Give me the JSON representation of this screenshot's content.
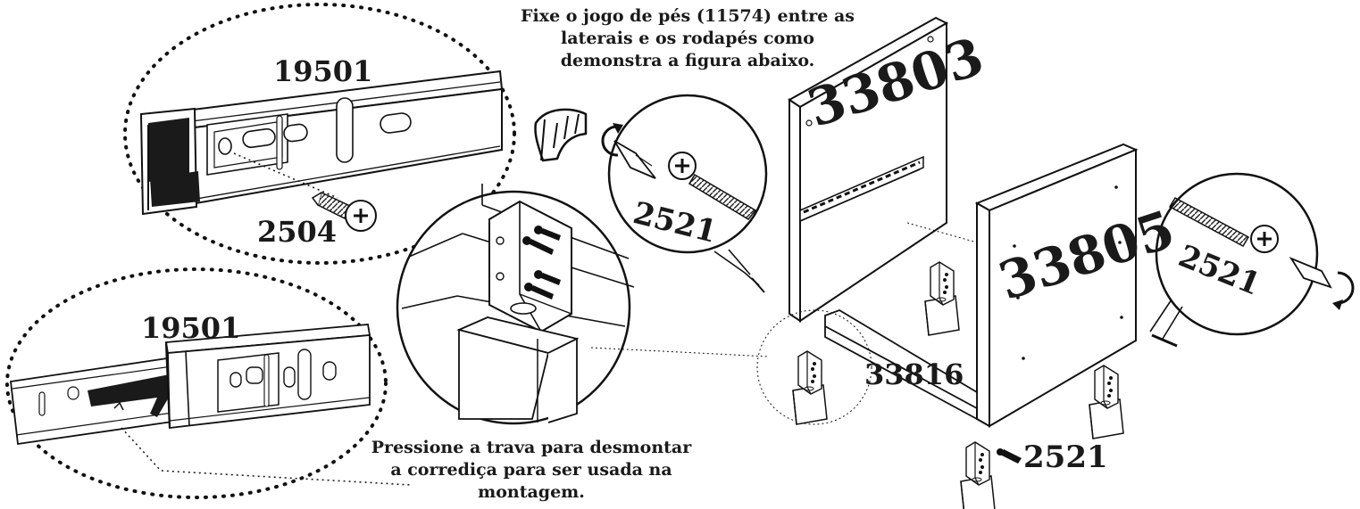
{
  "instructions": {
    "top": [
      "Fixe o jogo de pés (11574) entre as",
      "laterais e os rodapés como",
      "demonstra a figura abaixo."
    ],
    "bottom": [
      "Pressione a trava para desmontar",
      "a corrediça para ser usada na",
      "montagem."
    ]
  },
  "parts": {
    "rail_top": "19501",
    "rail_bottom": "19501",
    "screw_small": "2504",
    "panel_left": "33803",
    "panel_right": "33805",
    "plinth": "33816",
    "screw_left": "2521",
    "screw_right": "2521",
    "screw_front": "2521"
  },
  "icons": [
    "pointing-hand-icon",
    "rotate-clockwise-icon",
    "screwdriver-icon",
    "screw-icon",
    "foot-bracket-icon"
  ]
}
